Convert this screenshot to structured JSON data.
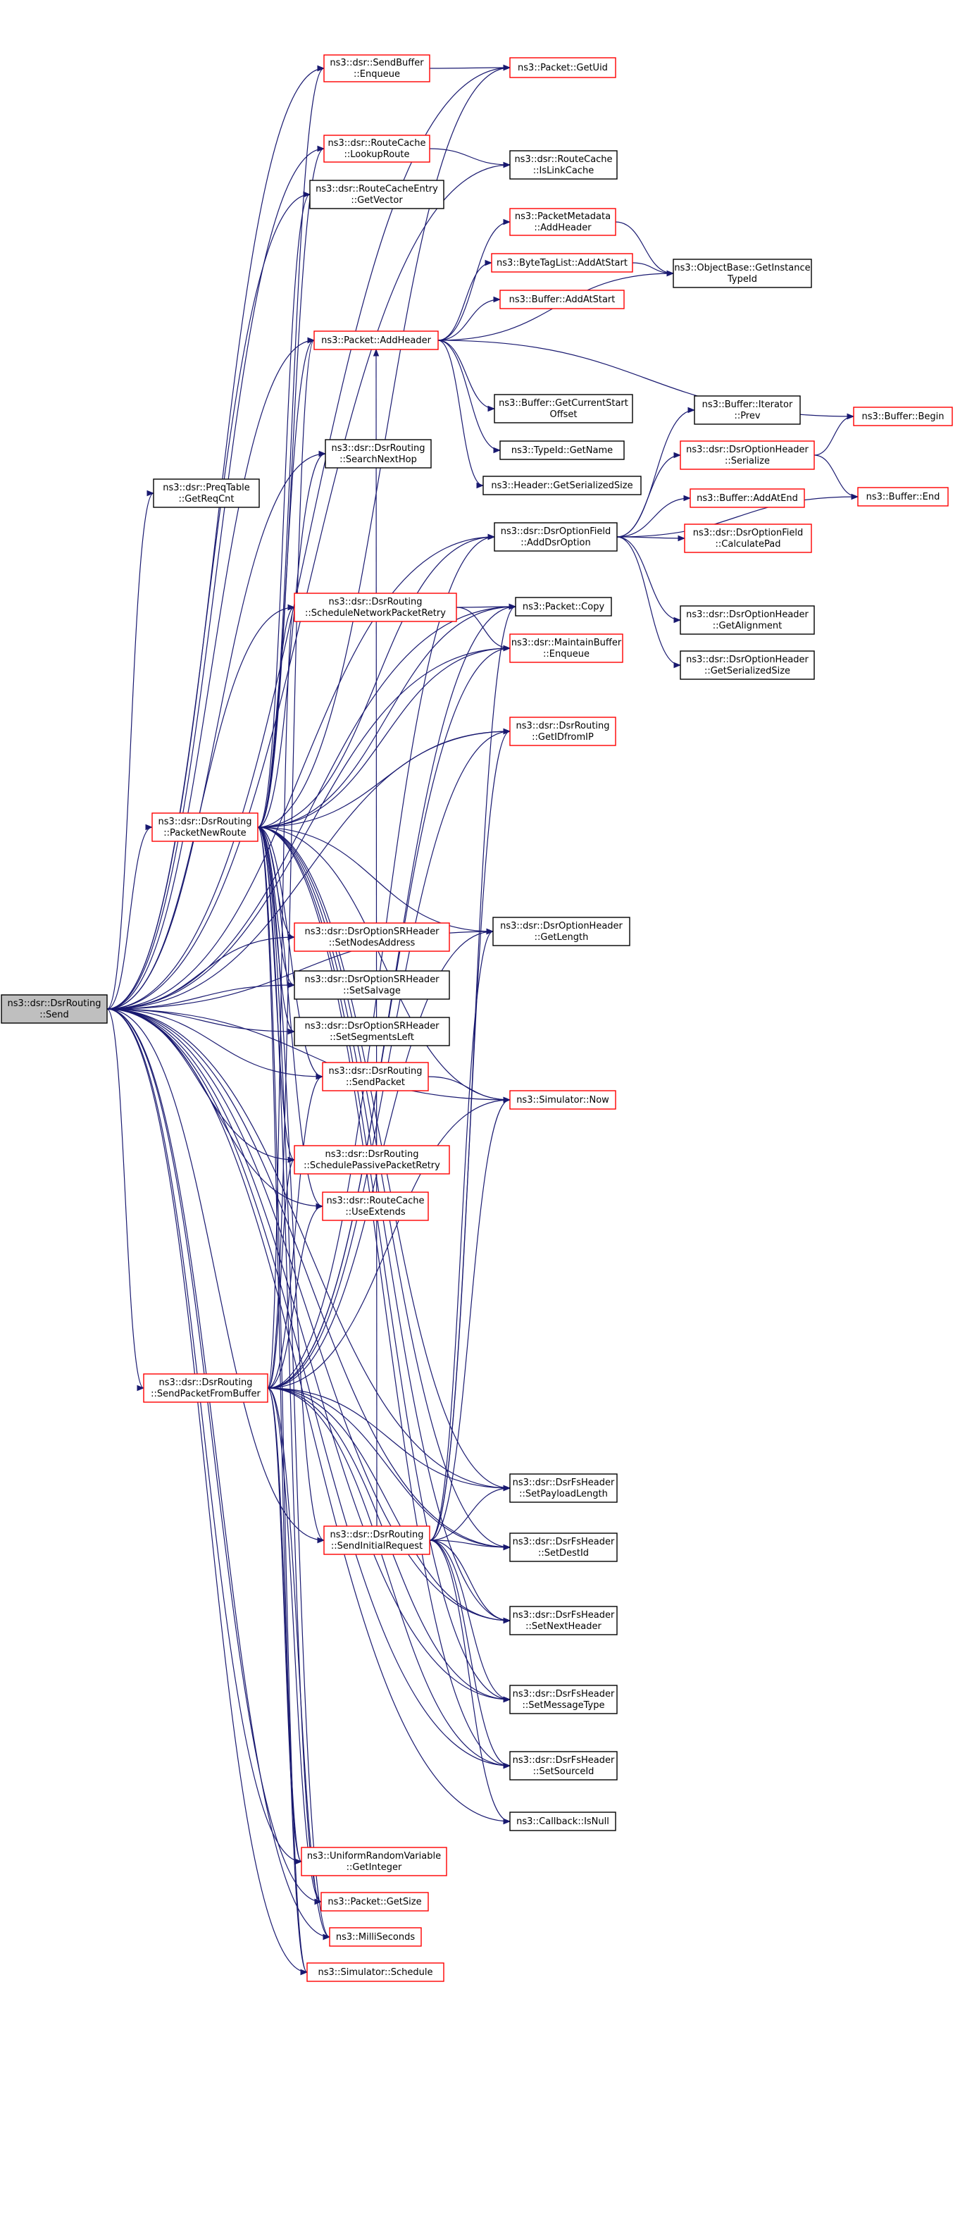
{
  "diagram": {
    "edge_color": "#191970",
    "red_border": "#ff0000",
    "black_border": "#000000",
    "root_fill": "#bfbfbf",
    "nodes": [
      {
        "id": "send",
        "lines": [
          "ns3::dsr::DsrRouting",
          "::Send"
        ],
        "border": "black",
        "root": true
      },
      {
        "id": "sendbuffer_enqueue",
        "lines": [
          "ns3::dsr::SendBuffer",
          "::Enqueue"
        ],
        "border": "red"
      },
      {
        "id": "packet_getuid",
        "lines": [
          "ns3::Packet::GetUid"
        ],
        "border": "red"
      },
      {
        "id": "routecache_lookuproute",
        "lines": [
          "ns3::dsr::RouteCache",
          "::LookupRoute"
        ],
        "border": "red"
      },
      {
        "id": "routecache_islinkcache",
        "lines": [
          "ns3::dsr::RouteCache",
          "::IsLinkCache"
        ],
        "border": "black"
      },
      {
        "id": "routecacheentry_getvector",
        "lines": [
          "ns3::dsr::RouteCacheEntry",
          "::GetVector"
        ],
        "border": "black"
      },
      {
        "id": "packetmetadata_addheader",
        "lines": [
          "ns3::PacketMetadata",
          "::AddHeader"
        ],
        "border": "red"
      },
      {
        "id": "bytetaglist_addatstart",
        "lines": [
          "ns3::ByteTagList::AddAtStart"
        ],
        "border": "red"
      },
      {
        "id": "objectbase_getinstancetypeid",
        "lines": [
          "ns3::ObjectBase::GetInstance",
          "TypeId"
        ],
        "border": "black"
      },
      {
        "id": "buffer_addatstart",
        "lines": [
          "ns3::Buffer::AddAtStart"
        ],
        "border": "red"
      },
      {
        "id": "packet_addheader",
        "lines": [
          "ns3::Packet::AddHeader"
        ],
        "border": "red"
      },
      {
        "id": "buffer_getcurrentstartoffset",
        "lines": [
          "ns3::Buffer::GetCurrentStart",
          "Offset"
        ],
        "border": "black"
      },
      {
        "id": "buffer_iterator_prev",
        "lines": [
          "ns3::Buffer::Iterator",
          "::Prev"
        ],
        "border": "black"
      },
      {
        "id": "buffer_begin",
        "lines": [
          "ns3::Buffer::Begin"
        ],
        "border": "red"
      },
      {
        "id": "dsrrouting_searchnexthop",
        "lines": [
          "ns3::dsr::DsrRouting",
          "::SearchNextHop"
        ],
        "border": "black"
      },
      {
        "id": "typeid_getname",
        "lines": [
          "ns3::TypeId::GetName"
        ],
        "border": "black"
      },
      {
        "id": "dsroptionheader_serialize",
        "lines": [
          "ns3::dsr::DsrOptionHeader",
          "::Serialize"
        ],
        "border": "red"
      },
      {
        "id": "preqtable_getreqcnt",
        "lines": [
          "ns3::dsr::PreqTable",
          "::GetReqCnt"
        ],
        "border": "black"
      },
      {
        "id": "header_getserializedsize",
        "lines": [
          "ns3::Header::GetSerializedSize"
        ],
        "border": "black"
      },
      {
        "id": "buffer_addatend",
        "lines": [
          "ns3::Buffer::AddAtEnd"
        ],
        "border": "red"
      },
      {
        "id": "buffer_end",
        "lines": [
          "ns3::Buffer::End"
        ],
        "border": "red"
      },
      {
        "id": "dsroptionfield_adddsroption",
        "lines": [
          "ns3::dsr::DsrOptionField",
          "::AddDsrOption"
        ],
        "border": "black"
      },
      {
        "id": "dsroptionfield_calculatepad",
        "lines": [
          "ns3::dsr::DsrOptionField",
          "::CalculatePad"
        ],
        "border": "red"
      },
      {
        "id": "dsrrouting_schedulenetworkpacketretry",
        "lines": [
          "ns3::dsr::DsrRouting",
          "::ScheduleNetworkPacketRetry"
        ],
        "border": "red"
      },
      {
        "id": "packet_copy",
        "lines": [
          "ns3::Packet::Copy"
        ],
        "border": "black"
      },
      {
        "id": "dsroptionheader_getalignment",
        "lines": [
          "ns3::dsr::DsrOptionHeader",
          "::GetAlignment"
        ],
        "border": "black"
      },
      {
        "id": "maintainbuffer_enqueue",
        "lines": [
          "ns3::dsr::MaintainBuffer",
          "::Enqueue"
        ],
        "border": "red"
      },
      {
        "id": "dsroptionheader_getserializedsize",
        "lines": [
          "ns3::dsr::DsrOptionHeader",
          "::GetSerializedSize"
        ],
        "border": "black"
      },
      {
        "id": "dsrrouting_getidfromip",
        "lines": [
          "ns3::dsr::DsrRouting",
          "::GetIDfromIP"
        ],
        "border": "red"
      },
      {
        "id": "dsrrouting_packetnewroute",
        "lines": [
          "ns3::dsr::DsrRouting",
          "::PacketNewRoute"
        ],
        "border": "red"
      },
      {
        "id": "dsroptionsrheader_setnodesaddress",
        "lines": [
          "ns3::dsr::DsrOptionSRHeader",
          "::SetNodesAddress"
        ],
        "border": "red"
      },
      {
        "id": "dsroptionheader_getlength",
        "lines": [
          "ns3::dsr::DsrOptionHeader",
          "::GetLength"
        ],
        "border": "black"
      },
      {
        "id": "dsroptionsrheader_setsalvage",
        "lines": [
          "ns3::dsr::DsrOptionSRHeader",
          "::SetSalvage"
        ],
        "border": "black"
      },
      {
        "id": "dsroptionsrheader_setsegmentsleft",
        "lines": [
          "ns3::dsr::DsrOptionSRHeader",
          "::SetSegmentsLeft"
        ],
        "border": "black"
      },
      {
        "id": "dsrrouting_sendpacket",
        "lines": [
          "ns3::dsr::DsrRouting",
          "::SendPacket"
        ],
        "border": "red"
      },
      {
        "id": "simulator_now",
        "lines": [
          "ns3::Simulator::Now"
        ],
        "border": "red"
      },
      {
        "id": "dsrrouting_schedulepassivepacketretry",
        "lines": [
          "ns3::dsr::DsrRouting",
          "::SchedulePassivePacketRetry"
        ],
        "border": "red"
      },
      {
        "id": "routecache_useextends",
        "lines": [
          "ns3::dsr::RouteCache",
          "::UseExtends"
        ],
        "border": "red"
      },
      {
        "id": "dsrrouting_sendpacketfrombuffer",
        "lines": [
          "ns3::dsr::DsrRouting",
          "::SendPacketFromBuffer"
        ],
        "border": "red"
      },
      {
        "id": "dsrfsheader_setpayloadlength",
        "lines": [
          "ns3::dsr::DsrFsHeader",
          "::SetPayloadLength"
        ],
        "border": "black"
      },
      {
        "id": "dsrrouting_sendinitialrequest",
        "lines": [
          "ns3::dsr::DsrRouting",
          "::SendInitialRequest"
        ],
        "border": "red"
      },
      {
        "id": "dsrfsheader_setdestid",
        "lines": [
          "ns3::dsr::DsrFsHeader",
          "::SetDestId"
        ],
        "border": "black"
      },
      {
        "id": "dsrfsheader_setnextheader",
        "lines": [
          "ns3::dsr::DsrFsHeader",
          "::SetNextHeader"
        ],
        "border": "black"
      },
      {
        "id": "dsrfsheader_setmessagetype",
        "lines": [
          "ns3::dsr::DsrFsHeader",
          "::SetMessageType"
        ],
        "border": "black"
      },
      {
        "id": "dsrfsheader_setsourceid",
        "lines": [
          "ns3::dsr::DsrFsHeader",
          "::SetSourceId"
        ],
        "border": "black"
      },
      {
        "id": "callback_isnull",
        "lines": [
          "ns3::Callback::IsNull"
        ],
        "border": "black"
      },
      {
        "id": "uniformrandomvariable_getinteger",
        "lines": [
          "ns3::UniformRandomVariable",
          "::GetInteger"
        ],
        "border": "red"
      },
      {
        "id": "packet_getsize",
        "lines": [
          "ns3::Packet::GetSize"
        ],
        "border": "red"
      },
      {
        "id": "milliseconds",
        "lines": [
          "ns3::MilliSeconds"
        ],
        "border": "red"
      },
      {
        "id": "simulator_schedule",
        "lines": [
          "ns3::Simulator::Schedule"
        ],
        "border": "red"
      }
    ],
    "edges": [
      [
        "send",
        "sendbuffer_enqueue"
      ],
      [
        "send",
        "packet_getuid"
      ],
      [
        "send",
        "routecache_lookuproute"
      ],
      [
        "send",
        "routecache_islinkcache"
      ],
      [
        "send",
        "routecacheentry_getvector"
      ],
      [
        "send",
        "packet_addheader"
      ],
      [
        "send",
        "dsrrouting_searchnexthop"
      ],
      [
        "send",
        "preqtable_getreqcnt"
      ],
      [
        "send",
        "dsroptionfield_adddsroption"
      ],
      [
        "send",
        "dsrrouting_schedulenetworkpacketretry"
      ],
      [
        "send",
        "packet_copy"
      ],
      [
        "send",
        "maintainbuffer_enqueue"
      ],
      [
        "send",
        "dsrrouting_getidfromip"
      ],
      [
        "send",
        "dsrrouting_packetnewroute"
      ],
      [
        "send",
        "dsroptionsrheader_setnodesaddress"
      ],
      [
        "send",
        "dsroptionheader_getlength"
      ],
      [
        "send",
        "dsroptionsrheader_setsalvage"
      ],
      [
        "send",
        "dsroptionsrheader_setsegmentsleft"
      ],
      [
        "send",
        "dsrrouting_sendpacket"
      ],
      [
        "send",
        "simulator_now"
      ],
      [
        "send",
        "dsrrouting_schedulepassivepacketretry"
      ],
      [
        "send",
        "routecache_useextends"
      ],
      [
        "send",
        "dsrrouting_sendpacketfrombuffer"
      ],
      [
        "send",
        "dsrfsheader_setpayloadlength"
      ],
      [
        "send",
        "dsrrouting_sendinitialrequest"
      ],
      [
        "send",
        "dsrfsheader_setdestid"
      ],
      [
        "send",
        "dsrfsheader_setnextheader"
      ],
      [
        "send",
        "dsrfsheader_setmessagetype"
      ],
      [
        "send",
        "dsrfsheader_setsourceid"
      ],
      [
        "send",
        "callback_isnull"
      ],
      [
        "send",
        "uniformrandomvariable_getinteger"
      ],
      [
        "send",
        "packet_getsize"
      ],
      [
        "send",
        "milliseconds"
      ],
      [
        "send",
        "simulator_schedule"
      ],
      [
        "sendbuffer_enqueue",
        "packet_getuid"
      ],
      [
        "routecache_lookuproute",
        "routecache_islinkcache"
      ],
      [
        "packetmetadata_addheader",
        "objectbase_getinstancetypeid"
      ],
      [
        "bytetaglist_addatstart",
        "objectbase_getinstancetypeid"
      ],
      [
        "packet_addheader",
        "packetmetadata_addheader"
      ],
      [
        "packet_addheader",
        "bytetaglist_addatstart"
      ],
      [
        "packet_addheader",
        "objectbase_getinstancetypeid"
      ],
      [
        "packet_addheader",
        "buffer_addatstart"
      ],
      [
        "packet_addheader",
        "buffer_getcurrentstartoffset"
      ],
      [
        "packet_addheader",
        "buffer_begin"
      ],
      [
        "packet_addheader",
        "typeid_getname"
      ],
      [
        "packet_addheader",
        "header_getserializedsize"
      ],
      [
        "dsroptionfield_adddsroption",
        "buffer_iterator_prev"
      ],
      [
        "dsroptionfield_adddsroption",
        "dsroptionheader_serialize"
      ],
      [
        "dsroptionfield_adddsroption",
        "buffer_addatend"
      ],
      [
        "dsroptionfield_adddsroption",
        "dsroptionfield_calculatepad"
      ],
      [
        "dsroptionfield_adddsroption",
        "buffer_end"
      ],
      [
        "dsroptionfield_adddsroption",
        "dsroptionheader_getalignment"
      ],
      [
        "dsroptionfield_adddsroption",
        "dsroptionheader_getserializedsize"
      ],
      [
        "dsroptionheader_serialize",
        "buffer_begin"
      ],
      [
        "dsroptionheader_serialize",
        "buffer_end"
      ],
      [
        "dsrrouting_schedulenetworkpacketretry",
        "packet_copy"
      ],
      [
        "dsrrouting_schedulenetworkpacketretry",
        "maintainbuffer_enqueue"
      ],
      [
        "dsrrouting_packetnewroute",
        "sendbuffer_enqueue"
      ],
      [
        "dsrrouting_packetnewroute",
        "packet_getuid"
      ],
      [
        "dsrrouting_packetnewroute",
        "routecache_lookuproute"
      ],
      [
        "dsrrouting_packetnewroute",
        "routecacheentry_getvector"
      ],
      [
        "dsrrouting_packetnewroute",
        "packet_addheader"
      ],
      [
        "dsrrouting_packetnewroute",
        "dsrrouting_searchnexthop"
      ],
      [
        "dsrrouting_packetnewroute",
        "dsroptionfield_adddsroption"
      ],
      [
        "dsrrouting_packetnewroute",
        "dsrrouting_schedulenetworkpacketretry"
      ],
      [
        "dsrrouting_packetnewroute",
        "packet_copy"
      ],
      [
        "dsrrouting_packetnewroute",
        "maintainbuffer_enqueue"
      ],
      [
        "dsrrouting_packetnewroute",
        "dsrrouting_getidfromip"
      ],
      [
        "dsrrouting_packetnewroute",
        "dsroptionsrheader_setnodesaddress"
      ],
      [
        "dsrrouting_packetnewroute",
        "dsroptionheader_getlength"
      ],
      [
        "dsrrouting_packetnewroute",
        "dsroptionsrheader_setsalvage"
      ],
      [
        "dsrrouting_packetnewroute",
        "dsroptionsrheader_setsegmentsleft"
      ],
      [
        "dsrrouting_packetnewroute",
        "dsrrouting_sendpacket"
      ],
      [
        "dsrrouting_packetnewroute",
        "simulator_now"
      ],
      [
        "dsrrouting_packetnewroute",
        "dsrrouting_schedulepassivepacketretry"
      ],
      [
        "dsrrouting_packetnewroute",
        "routecache_useextends"
      ],
      [
        "dsrrouting_packetnewroute",
        "dsrfsheader_setpayloadlength"
      ],
      [
        "dsrrouting_packetnewroute",
        "dsrrouting_sendinitialrequest"
      ],
      [
        "dsrrouting_packetnewroute",
        "dsrfsheader_setdestid"
      ],
      [
        "dsrrouting_packetnewroute",
        "dsrfsheader_setnextheader"
      ],
      [
        "dsrrouting_packetnewroute",
        "dsrfsheader_setmessagetype"
      ],
      [
        "dsrrouting_packetnewroute",
        "dsrfsheader_setsourceid"
      ],
      [
        "dsrrouting_packetnewroute",
        "uniformrandomvariable_getinteger"
      ],
      [
        "dsrrouting_packetnewroute",
        "packet_getsize"
      ],
      [
        "dsrrouting_packetnewroute",
        "milliseconds"
      ],
      [
        "dsrrouting_packetnewroute",
        "simulator_schedule"
      ],
      [
        "dsrrouting_sendpacket",
        "simulator_now"
      ],
      [
        "dsrrouting_sendpacketfrombuffer",
        "packet_addheader"
      ],
      [
        "dsrrouting_sendpacketfrombuffer",
        "dsroptionfield_adddsroption"
      ],
      [
        "dsrrouting_sendpacketfrombuffer",
        "dsrrouting_schedulenetworkpacketretry"
      ],
      [
        "dsrrouting_sendpacketfrombuffer",
        "packet_copy"
      ],
      [
        "dsrrouting_sendpacketfrombuffer",
        "maintainbuffer_enqueue"
      ],
      [
        "dsrrouting_sendpacketfrombuffer",
        "dsrrouting_getidfromip"
      ],
      [
        "dsrrouting_sendpacketfrombuffer",
        "dsroptionheader_getlength"
      ],
      [
        "dsrrouting_sendpacketfrombuffer",
        "dsrrouting_sendpacket"
      ],
      [
        "dsrrouting_sendpacketfrombuffer",
        "simulator_now"
      ],
      [
        "dsrrouting_sendpacketfrombuffer",
        "dsrrouting_schedulepassivepacketretry"
      ],
      [
        "dsrrouting_sendpacketfrombuffer",
        "routecache_useextends"
      ],
      [
        "dsrrouting_sendpacketfrombuffer",
        "dsrfsheader_setpayloadlength"
      ],
      [
        "dsrrouting_sendpacketfrombuffer",
        "dsrfsheader_setdestid"
      ],
      [
        "dsrrouting_sendpacketfrombuffer",
        "dsrfsheader_setnextheader"
      ],
      [
        "dsrrouting_sendpacketfrombuffer",
        "dsrfsheader_setmessagetype"
      ],
      [
        "dsrrouting_sendpacketfrombuffer",
        "dsrfsheader_setsourceid"
      ],
      [
        "dsrrouting_sendpacketfrombuffer",
        "uniformrandomvariable_getinteger"
      ],
      [
        "dsrrouting_sendpacketfrombuffer",
        "packet_getsize"
      ],
      [
        "dsrrouting_sendpacketfrombuffer",
        "milliseconds"
      ],
      [
        "dsrrouting_sendpacketfrombuffer",
        "simulator_schedule"
      ],
      [
        "dsrrouting_sendinitialrequest",
        "packet_addheader"
      ],
      [
        "dsrrouting_sendinitialrequest",
        "packet_copy"
      ],
      [
        "dsrrouting_sendinitialrequest",
        "dsrrouting_getidfromip"
      ],
      [
        "dsrrouting_sendinitialrequest",
        "dsroptionheader_getlength"
      ],
      [
        "dsrrouting_sendinitialrequest",
        "dsrfsheader_setpayloadlength"
      ],
      [
        "dsrrouting_sendinitialrequest",
        "dsrfsheader_setdestid"
      ],
      [
        "dsrrouting_sendinitialrequest",
        "dsrfsheader_setnextheader"
      ],
      [
        "dsrrouting_sendinitialrequest",
        "dsrfsheader_setmessagetype"
      ],
      [
        "dsrrouting_sendinitialrequest",
        "dsrfsheader_setsourceid"
      ],
      [
        "dsrrouting_sendinitialrequest",
        "callback_isnull"
      ],
      [
        "dsrrouting_sendinitialrequest",
        "simulator_now"
      ]
    ]
  }
}
